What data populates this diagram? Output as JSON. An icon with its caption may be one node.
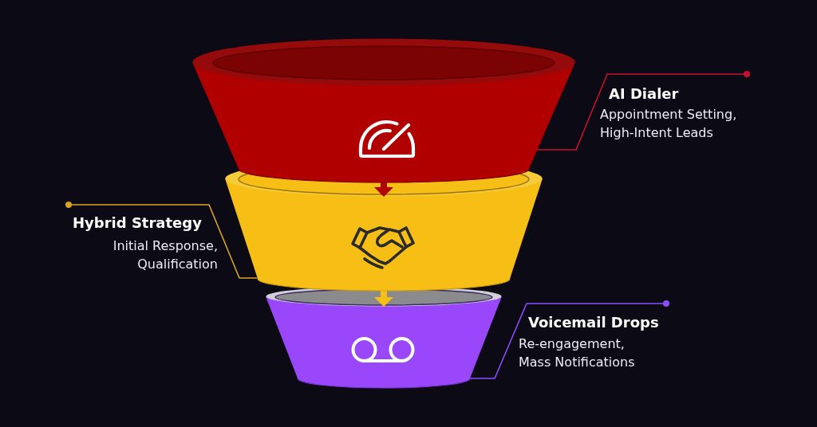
{
  "diagram": {
    "nodes": [
      {
        "text": [],
        "shape": "funnel"
      },
      {
        "text": [
          "AI Dialer",
          "Appointment Setting, High-Intent Leads"
        ]
      },
      {
        "text": [],
        "shape": "funnel"
      },
      {
        "text": [
          "Hybrid Strategy",
          "Initial Response, Qualification"
        ]
      },
      {
        "text": [],
        "shape": "funnel"
      },
      {
        "text": [
          "Voicemail Drops",
          "Re-engagement, Mass Notifications"
        ]
      }
    ],
    "edges": [
      {
        "from": 1,
        "to": 0,
        "arrow": "other",
        "color": "#c8102e"
      },
      {
        "from": 0,
        "to": 2,
        "arrow": "to",
        "style": "thick",
        "color": "#b00000"
      },
      {
        "from": 3,
        "to": 2,
        "arrow": "other",
        "color": "#d9a520"
      },
      {
        "from": 2,
        "to": 4,
        "arrow": "to",
        "style": "thick",
        "color": "#f7bf16"
      },
      {
        "from": 5,
        "to": 4,
        "arrow": "other",
        "color": "#8b4dff"
      }
    ]
  }
}
